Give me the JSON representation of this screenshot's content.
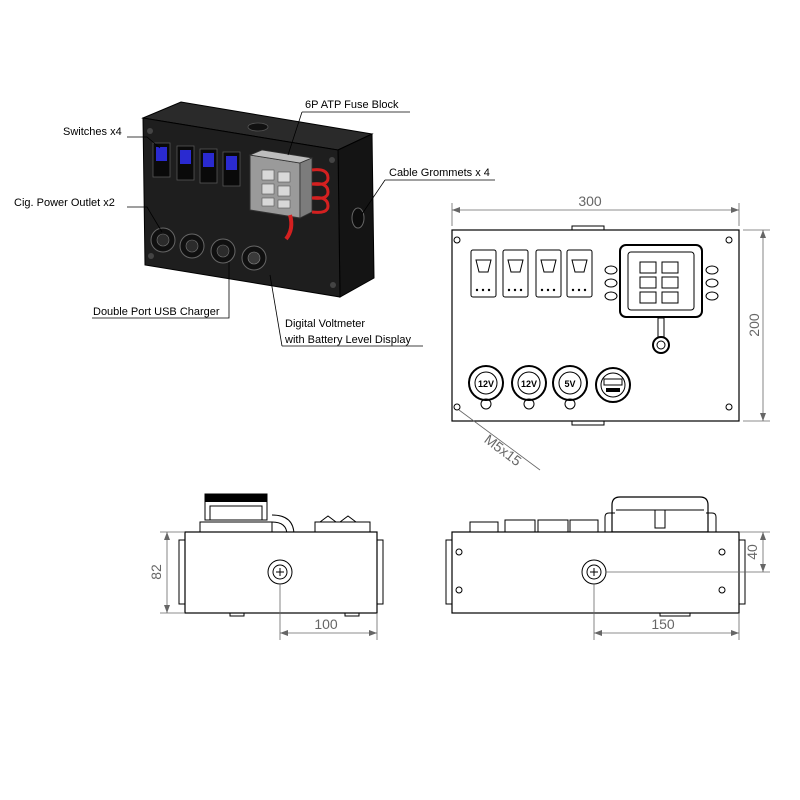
{
  "callouts": {
    "switches": "Switches x4",
    "fuse_block": "6P ATP Fuse Block",
    "cable_grommets": "Cable Grommets x 4",
    "cig_outlet": "Cig. Power Outlet x2",
    "usb_charger": "Double Port USB Charger",
    "voltmeter_line1": "Digital Voltmeter",
    "voltmeter_line2": "with Battery Level Display"
  },
  "dimensions": {
    "width": "300",
    "height": "200",
    "mount": "M5x15",
    "depth": "82",
    "side_offset": "100",
    "rear_offset": "150",
    "rear_height": "40"
  },
  "outlet_labels": [
    "12V",
    "12V",
    "5V"
  ],
  "colors": {
    "box_body": "#1e1e1e",
    "switch_blue": "#2a2ad0",
    "wire_red": "#d42020",
    "line": "#000000",
    "dimension": "#666666"
  },
  "icons": [
    "rocker-switch-icon",
    "socket-icon",
    "fuse-block-icon",
    "screw-icon"
  ]
}
